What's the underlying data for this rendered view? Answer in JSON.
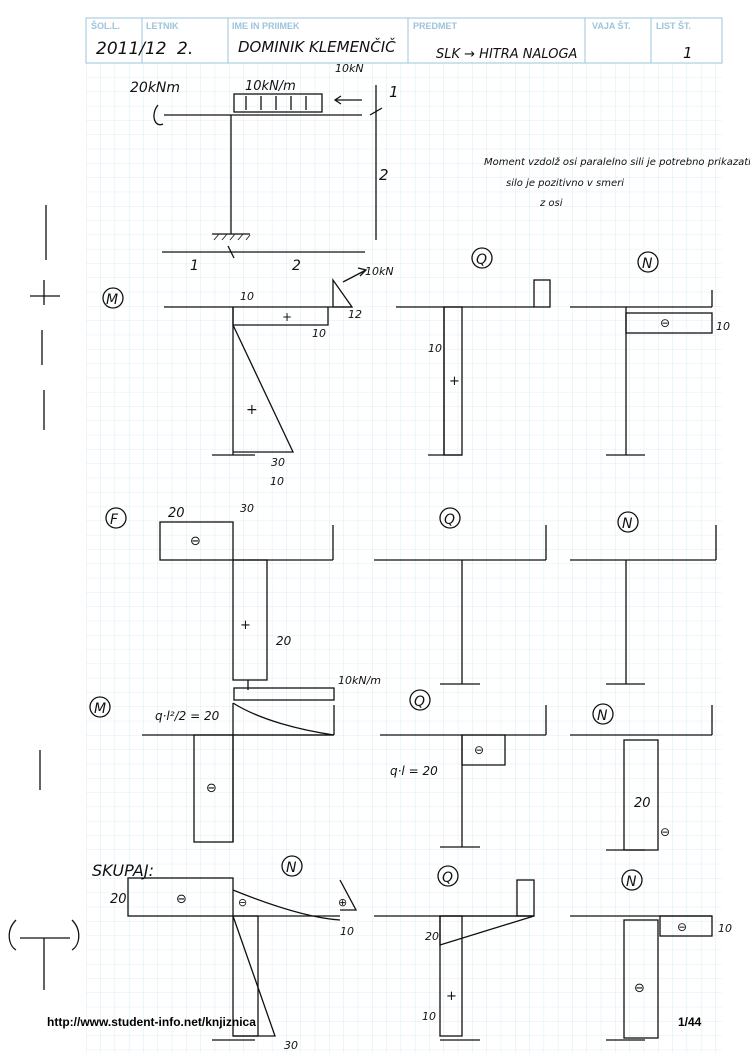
{
  "header": {
    "labels": [
      "ŠOL.L.",
      "LETNIK",
      "IME IN PRIIMEK",
      "PREDMET",
      "VAJA ŠT.",
      "LIST ŠT."
    ],
    "year": "2011/12",
    "grade": "2.",
    "name": "DOMINIK KLEMENČIČ",
    "subject": "SLK → HITRA NALOGA",
    "sheet_number": "1"
  },
  "problem": {
    "moment": "20kNm",
    "distributed": "10kN/m",
    "point_load": "10kN",
    "dim_vertical_top": "1",
    "dim_vertical_bottom": "2",
    "dim_horizontal_left": "1",
    "dim_horizontal_right": "2",
    "note_lines": [
      "Moment vzdolž osi paralelno sili je potrebno prikazati",
      "silo je pozitivno v smeri",
      "z osi"
    ]
  },
  "section1": {
    "tag": "M",
    "q_tag": "Q",
    "n_tag": "N",
    "load_label": "10kN",
    "values": [
      "10",
      "10",
      "12",
      "+",
      "+",
      "30",
      "10",
      "30",
      "+",
      "10",
      "⊖",
      "10"
    ]
  },
  "section2": {
    "tag": "F",
    "q_tag": "Q",
    "n_tag": "N",
    "values": [
      "20",
      "⊖",
      "+",
      "20"
    ]
  },
  "section3": {
    "tag": "M",
    "q_tag": "Q",
    "n_tag": "N",
    "load_label": "10kN/m",
    "formula_moment": "q·l²/2 = 20",
    "formula_shear": "q·l = 20",
    "values": [
      "⊖",
      "⊖",
      "20",
      "⊖",
      "20"
    ]
  },
  "section4": {
    "tag": "SKUPAJ:",
    "q_tag": "Q",
    "n_tag": "N",
    "values": [
      "20",
      "⊖",
      "⊖",
      "⊕",
      "10",
      "20",
      "+",
      "10",
      "⊖",
      "⊖",
      "10",
      "30"
    ]
  },
  "footer": {
    "url": "http://www.student-info.net/knjiznica",
    "page": "1/44"
  }
}
